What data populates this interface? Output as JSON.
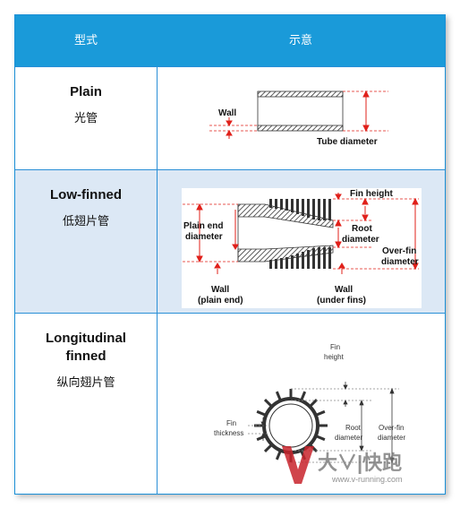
{
  "header": {
    "col_type": "型式",
    "col_diagram": "示意"
  },
  "rows": [
    {
      "en": "Plain",
      "cn": "光管",
      "labels": {
        "wall": "Wall",
        "tube_diameter": "Tube diameter"
      }
    },
    {
      "en": "Low-finned",
      "cn": "低翅片管",
      "labels": {
        "fin_height": "Fin height",
        "plain_end_1": "Plain end",
        "plain_end_2": "diameter",
        "root_1": "Root",
        "root_2": "diameter",
        "over_1": "Over-fin",
        "over_2": "diameter",
        "wall_pe_1": "Wall",
        "wall_pe_2": "(plain end)",
        "wall_uf_1": "Wall",
        "wall_uf_2": "(under fins)"
      }
    },
    {
      "en_1": "Longitudinal",
      "en_2": "finned",
      "cn": "纵向翅片管",
      "labels": {
        "fin_h_1": "Fin",
        "fin_h_2": "height",
        "fin_t_1": "Fin",
        "fin_t_2": "thickness",
        "root_1": "Root",
        "root_2": "diameter",
        "over_1": "Over-fin",
        "over_2": "diameter"
      }
    }
  ],
  "watermark": {
    "brand": "大∨|快跑",
    "url": "www.v-running.com"
  },
  "colors": {
    "header": "#1a9ad9",
    "dim_red": "#e0201a",
    "row_alt": "#dce8f5"
  }
}
